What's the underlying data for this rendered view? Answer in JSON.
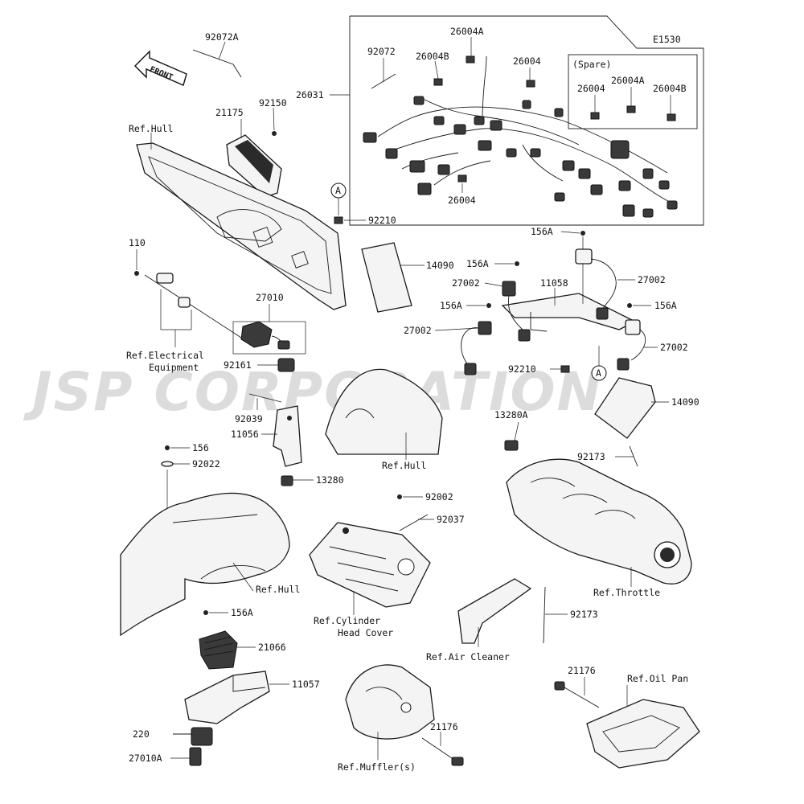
{
  "diagram_code": "E1530",
  "watermark": "JSP CORPORATION",
  "front_label": "FRONT",
  "spare_label": "(Spare)",
  "labels": {
    "p92072A": "92072A",
    "p21175": "21175",
    "p92150": "92150",
    "refHull1": "Ref.Hull",
    "p92072": "92072",
    "p26004A_top": "26004A",
    "p26004B_top": "26004B",
    "p26004_top": "26004",
    "p26031": "26031",
    "p26004_bot": "26004",
    "p26004_sp": "26004",
    "p26004A_sp": "26004A",
    "p26004B_sp": "26004B",
    "p92210_top": "92210",
    "p110": "110",
    "p14090_top": "14090",
    "p156A_1": "156A",
    "p156A_2": "156A",
    "p27002_1": "27002",
    "p11058": "11058",
    "p27002_2": "27002",
    "p156A_3": "156A",
    "p156A_4": "156A",
    "p27002_3": "27002",
    "p27002_4": "27002",
    "p27010": "27010",
    "refElec1": "Ref.Electrical",
    "refElec2": "Equipment",
    "p92161": "92161",
    "p92210_mid": "92210",
    "p14090_mid": "14090",
    "p13280A": "13280A",
    "p92039": "92039",
    "p11056": "11056",
    "refHull2": "Ref.Hull",
    "p156": "156",
    "p92022": "92022",
    "p13280": "13280",
    "p92173_top": "92173",
    "p92002": "92002",
    "p92037": "92037",
    "refHull3": "Ref.Hull",
    "refThrottle": "Ref.Throttle",
    "refCyl1": "Ref.Cylinder",
    "refCyl2": "Head Cover",
    "p156A_5": "156A",
    "p21066": "21066",
    "p92173_bot": "92173",
    "refAir": "Ref.Air Cleaner",
    "p11057": "11057",
    "p21176_right": "21176",
    "refOil": "Ref.Oil Pan",
    "p21176_mid": "21176",
    "p220": "220",
    "p27010A": "27010A",
    "refMuffler": "Ref.Muffler(s)",
    "callout_A": "A"
  }
}
